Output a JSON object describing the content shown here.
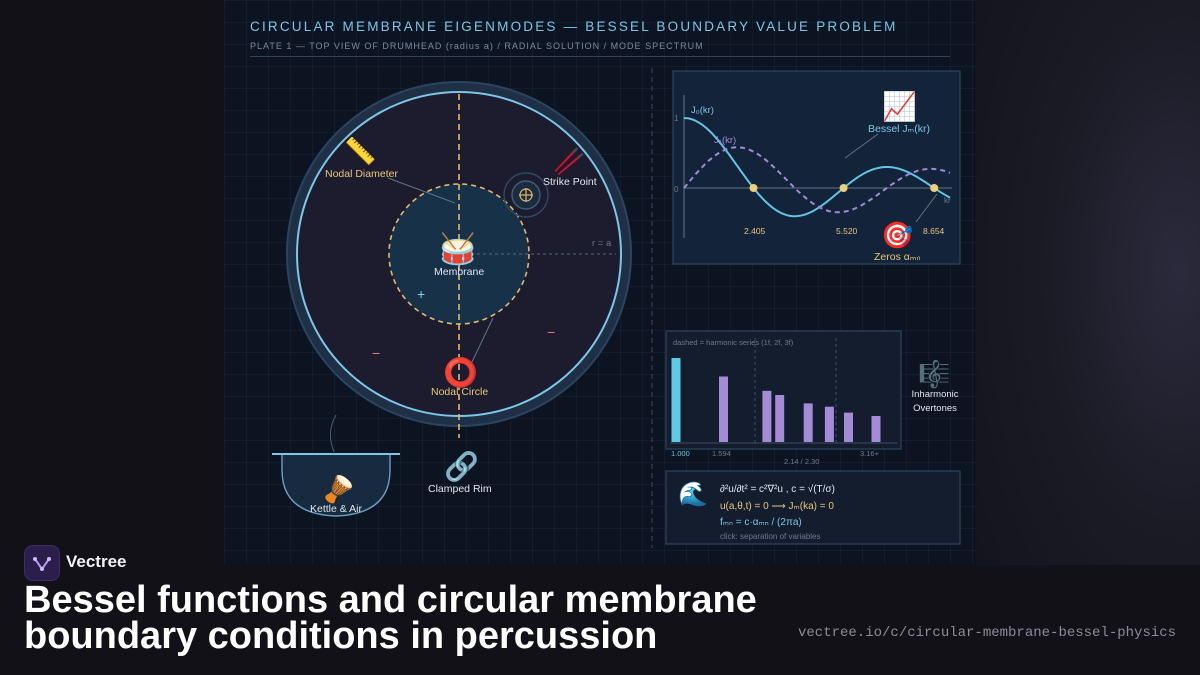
{
  "header": {
    "title": "CIRCULAR MEMBRANE EIGENMODES — BESSEL BOUNDARY VALUE PROBLEM",
    "subtitle": "PLATE 1 — TOP VIEW OF DRUMHEAD (radius a) / RADIAL SOLUTION / MODE SPECTRUM"
  },
  "drum": {
    "nodal_diameter": "Nodal Diameter",
    "strike_point": "Strike Point",
    "membrane": "Membrane",
    "nodal_circle": "Nodal Circle",
    "radius_label": "r = a",
    "plus": "+",
    "minus_right": "−",
    "minus_left": "−",
    "kettle": "Kettle & Air",
    "clamped_rim": "Clamped Rim",
    "icons": {
      "ruler": "ruler-icon",
      "drumsticks": "drumsticks-icon",
      "drum": "drum-icon",
      "ring": "ring-icon",
      "kettle": "kettle-drum-icon",
      "link": "chain-link-icon"
    }
  },
  "bessel_plot": {
    "j0_label": "J₀(kr)",
    "j1_label": "J₁(kr)",
    "y_one": "1",
    "y_zero": "0",
    "x_axis": "kr",
    "legend": "Bessel Jₘ(kr)",
    "zeros_label": "Zeros αₘₙ",
    "zeros": [
      "2.405",
      "5.520",
      "8.654"
    ],
    "icons": {
      "chart": "chart-increasing-icon",
      "target": "target-icon"
    }
  },
  "spectrum": {
    "note": "dashed = harmonic series (1f, 2f, 3f)",
    "tick_first": "1.000",
    "tick_second": "1.594",
    "tick_mid": "2.14 / 2.30",
    "tick_last": "3.16+",
    "side_label_1": "Inharmonic",
    "side_label_2": "Overtones",
    "bars": [
      {
        "ratio": 1.0,
        "height": 1.0
      },
      {
        "ratio": 1.594,
        "height": 0.78
      },
      {
        "ratio": 2.136,
        "height": 0.61
      },
      {
        "ratio": 2.296,
        "height": 0.56
      },
      {
        "ratio": 2.653,
        "height": 0.46
      },
      {
        "ratio": 2.918,
        "height": 0.42
      },
      {
        "ratio": 3.156,
        "height": 0.35
      },
      {
        "ratio": 3.5,
        "height": 0.31
      }
    ],
    "colors": {
      "fundamental": "#5ccbe8",
      "overtone": "#a58ad8"
    },
    "icons": {
      "score": "musical-score-icon"
    }
  },
  "equations": {
    "wave_eq": "∂²u/∂t² = c²∇²u , c = √(T/σ)",
    "boundary": "u(a,θ,t) = 0 ⟶ Jₘ(ka) = 0",
    "freq": "fₘₙ = c·αₘₙ / (2πa)",
    "hint": "click: separation of variables",
    "icons": {
      "wave": "water-wave-icon"
    }
  },
  "footer": {
    "brand": "Vectree",
    "headline": "Bessel functions and circular membrane boundary conditions in percussion",
    "url": "vectree.io/c/circular-membrane-bessel-physics"
  }
}
